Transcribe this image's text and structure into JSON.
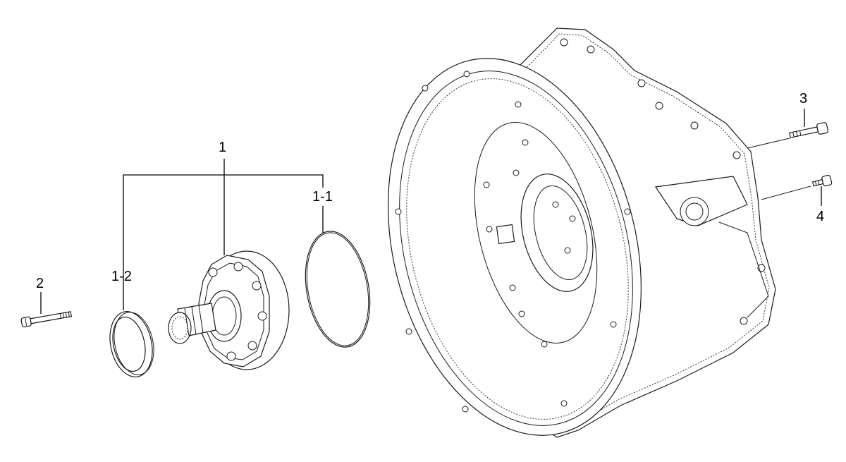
{
  "diagram": {
    "callouts": [
      {
        "id": "1",
        "text": "1"
      },
      {
        "id": "1-1",
        "text": "1-1"
      },
      {
        "id": "1-2",
        "text": "1-2"
      },
      {
        "id": "2",
        "text": "2"
      },
      {
        "id": "3",
        "text": "3"
      },
      {
        "id": "4",
        "text": "4"
      }
    ]
  }
}
